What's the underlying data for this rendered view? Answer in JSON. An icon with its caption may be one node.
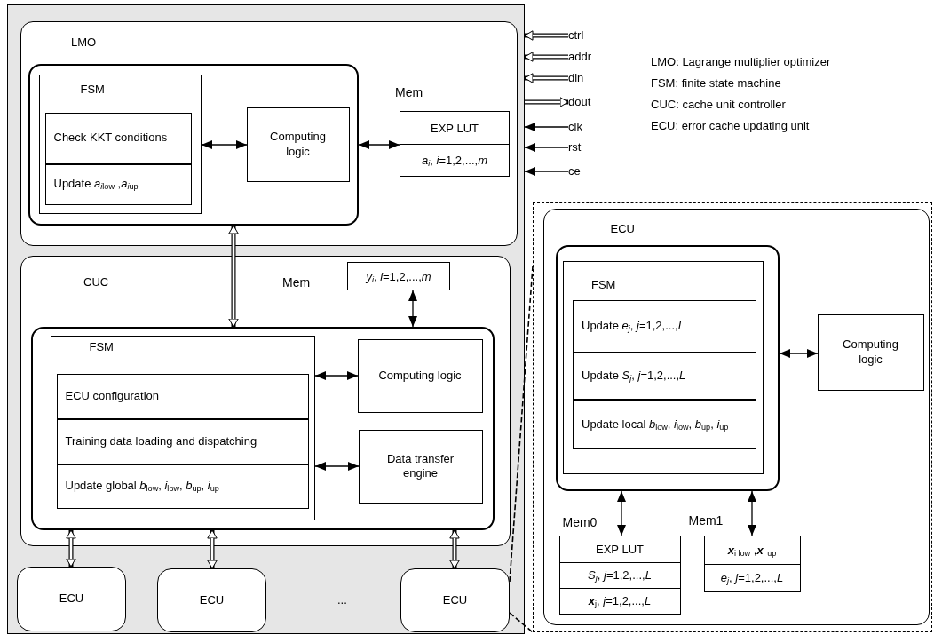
{
  "diagram": {
    "nodes": [
      {
        "text": [],
        "shape": "box"
      },
      {
        "text": [
          "LMO"
        ],
        "in": 0
      },
      {
        "text": [],
        "shape": "box",
        "in": 1
      },
      {
        "text": [
          "FSM"
        ],
        "in": 2
      },
      {
        "text": [
          "Check KKT conditions"
        ],
        "in": 3
      },
      {
        "text": [
          "Update *a$_{i}$*$_{low}$ ,*a$_{i}$*$_{up}$"
        ],
        "in": 3
      },
      {
        "text": [
          "Computing logic"
        ],
        "in": 2
      },
      {
        "text": [
          "EXP LUT",
          "*a$_{i}$*, *i*=1,2,...,*m*"
        ],
        "beside": [
          "Mem"
        ],
        "in": 1
      },
      {
        "text": [
          "CUC"
        ],
        "in": 0
      },
      {
        "text": [
          "*y$_{i}$*, *i*=1,2,...,*m*"
        ],
        "beside": [
          "Mem"
        ],
        "in": 8
      },
      {
        "text": [],
        "shape": "box",
        "in": 8
      },
      {
        "text": [
          "FSM"
        ],
        "in": 10
      },
      {
        "text": [
          "ECU configuration"
        ],
        "in": 11
      },
      {
        "text": [
          "Training data loading and dispatching"
        ],
        "in": 11
      },
      {
        "text": [
          "Update global *b*$_{low}$, *i*$_{low}$, *b*$_{up}$, *i*$_{up}$"
        ],
        "in": 11
      },
      {
        "text": [
          "Computing logic"
        ],
        "in": 10
      },
      {
        "text": [
          "Data transfer engine"
        ],
        "in": 10
      },
      {
        "text": [
          "ECU"
        ],
        "in": 0
      },
      {
        "text": [
          "ECU"
        ],
        "in": 0
      },
      {
        "text": [
          "ECU"
        ],
        "in": 0
      },
      {
        "text": [],
        "shape": "box"
      },
      {
        "text": [
          "ECU"
        ],
        "in": 20
      },
      {
        "text": [],
        "shape": "box",
        "in": 21
      },
      {
        "text": [
          "FSM"
        ],
        "in": 22
      },
      {
        "text": [
          "Update *e$_{j}$*, *j*=1,2,...,*L*"
        ],
        "in": 23
      },
      {
        "text": [
          "Update *S$_{j}$*, *j*=1,2,...,*L*"
        ],
        "in": 23
      },
      {
        "text": [
          "Update local *b*$_{low}$, *i*$_{low}$, *b*$_{up}$, *i*$_{up}$"
        ],
        "in": 23
      },
      {
        "text": [
          "Computing logic"
        ],
        "in": 21
      },
      {
        "text": [
          "EXP LUT",
          "*S$_{j}$*, *j*=1,2,...,*L*",
          "**x**$_{j}$, *j*=1,2,...,*L*"
        ],
        "beside": [
          "Mem0"
        ],
        "in": 21
      },
      {
        "text": [
          "**x**$_{i low}$ ,**x**$_{i up}$",
          "*e$_{j}$*, *j*=1,2,...,*L*"
        ],
        "beside": [
          "Mem1"
        ],
        "in": 21
      },
      {
        "text": [
          "ctrl"
        ]
      },
      {
        "text": [
          "addr"
        ]
      },
      {
        "text": [
          "din"
        ]
      },
      {
        "text": [
          "dout"
        ]
      },
      {
        "text": [
          "clk"
        ]
      },
      {
        "text": [
          "rst"
        ]
      },
      {
        "text": [
          "ce"
        ]
      }
    ],
    "edges": [
      {
        "from": 3,
        "to": 6,
        "arrow": "both"
      },
      {
        "from": 2,
        "to": 7,
        "arrow": "both"
      },
      {
        "from": 2,
        "to": 10,
        "arrow": "both",
        "style": "thick"
      },
      {
        "from": 9,
        "to": 10,
        "arrow": "both"
      },
      {
        "from": 11,
        "to": 15,
        "arrow": "both"
      },
      {
        "from": 11,
        "to": 16,
        "arrow": "both"
      },
      {
        "from": 10,
        "to": 17,
        "arrow": "both",
        "style": "thick"
      },
      {
        "from": 10,
        "to": 18,
        "arrow": "both",
        "style": "thick"
      },
      {
        "from": 10,
        "to": 19,
        "arrow": "both",
        "style": "thick"
      },
      {
        "from": 19,
        "to": 20,
        "arrow": "none",
        "style": "dashed"
      },
      {
        "from": 22,
        "to": 27,
        "arrow": "both"
      },
      {
        "from": 22,
        "to": 28,
        "arrow": "both"
      },
      {
        "from": 22,
        "to": 29,
        "arrow": "both"
      },
      {
        "from": 30,
        "to": 0,
        "arrow": "to",
        "style": "thick"
      },
      {
        "from": 31,
        "to": 0,
        "arrow": "to",
        "style": "thick"
      },
      {
        "from": 32,
        "to": 0,
        "arrow": "to",
        "style": "thick"
      },
      {
        "from": 0,
        "to": 33,
        "arrow": "to",
        "style": "thick"
      },
      {
        "from": 34,
        "to": 0,
        "arrow": "to"
      },
      {
        "from": 35,
        "to": 0,
        "arrow": "to"
      },
      {
        "from": 36,
        "to": 0,
        "arrow": "to"
      }
    ],
    "labels": [
      "LMO: Lagrange multiplier optimizer",
      "FSM: finite state machine",
      "CUC: cache unit controller",
      "ECU: error cache updating unit",
      "..."
    ]
  }
}
